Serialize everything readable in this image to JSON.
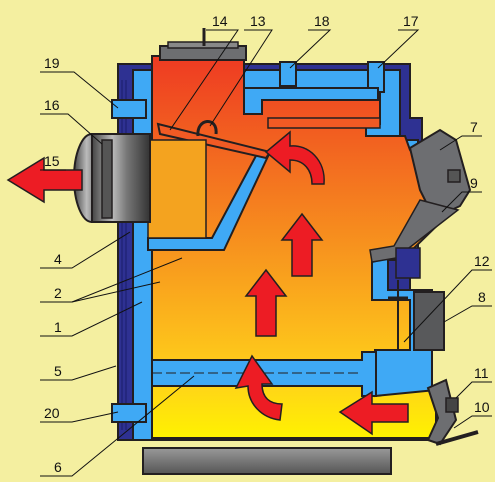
{
  "labels": {
    "l1": "1",
    "l2": "2",
    "l4": "4",
    "l5": "5",
    "l6": "6",
    "l7": "7",
    "l8": "8",
    "l9": "9",
    "l10": "10",
    "l11": "11",
    "l12": "12",
    "l13": "13",
    "l14": "14",
    "l15": "15",
    "l16": "16",
    "l17": "17",
    "l18": "18",
    "l19": "19",
    "l20": "20"
  },
  "colors": {
    "background": "#f4efa0",
    "flame_top": "#ee3a22",
    "flame_mid": "#f7931e",
    "flame_bottom": "#fff200",
    "water_jacket": "#3fa9f5",
    "insulation": "#2e3192",
    "steel_outline": "#231f20",
    "arrow": "#ed1c24",
    "base": "#7a7a7a",
    "door": "#6d6e71",
    "leader": "#111111"
  },
  "icons": {
    "flow_arrow": "red-flow-arrow-icon",
    "flue": "flue-pipe-icon"
  }
}
